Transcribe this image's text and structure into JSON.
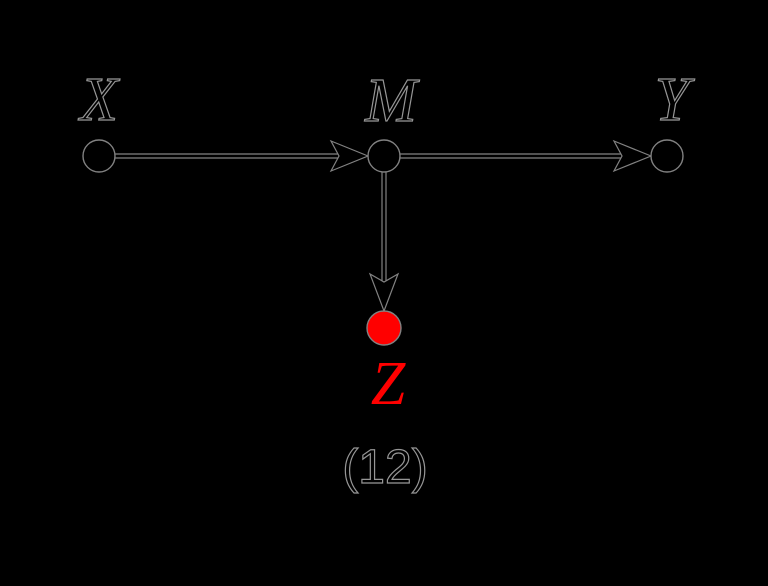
{
  "figure": {
    "type": "causal-dag-diagram",
    "background": "#000000",
    "stroke_color": "#828282",
    "text_outline_color": "#969696",
    "node_fill": "#000000",
    "highlight_color": "#ff0000",
    "caption": "(12)",
    "nodes": [
      {
        "id": "X",
        "label": "X",
        "highlighted": false
      },
      {
        "id": "M",
        "label": "M",
        "highlighted": false
      },
      {
        "id": "Y",
        "label": "Y",
        "highlighted": false
      },
      {
        "id": "Z",
        "label": "Z",
        "highlighted": true
      }
    ],
    "edges": [
      {
        "from": "X",
        "to": "M"
      },
      {
        "from": "M",
        "to": "Y"
      },
      {
        "from": "M",
        "to": "Z"
      }
    ]
  }
}
